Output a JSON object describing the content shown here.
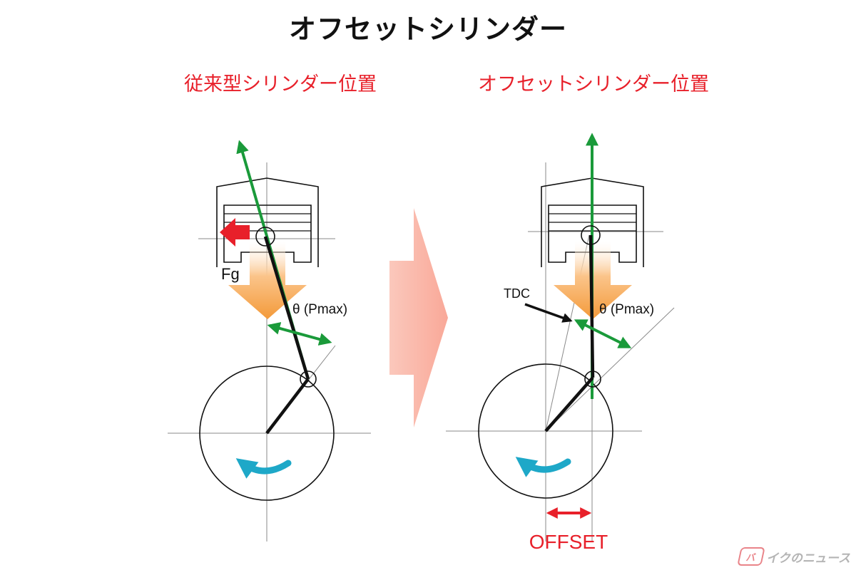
{
  "title": "オフセットシリンダー",
  "left_panel": {
    "label": "従来型シリンダー位置",
    "force_label": "Fg",
    "angle_label": "θ (Pmax)"
  },
  "right_panel": {
    "label": "オフセットシリンダー位置",
    "tdc_label": "TDC",
    "angle_label": "θ (Pmax)",
    "offset_label": "OFFSET"
  },
  "watermark": {
    "logo": "バ",
    "text": "イクのニュース"
  },
  "colors": {
    "title": "#111111",
    "label_red": "#e8202a",
    "thrust_arrow": "#1a9a3a",
    "side_force": "#e8202a",
    "rotation": "#1ea8c8",
    "pressure_arrow": "#f39a3a",
    "transition_arrow": "#f9b0a0",
    "linework": "#111111"
  }
}
